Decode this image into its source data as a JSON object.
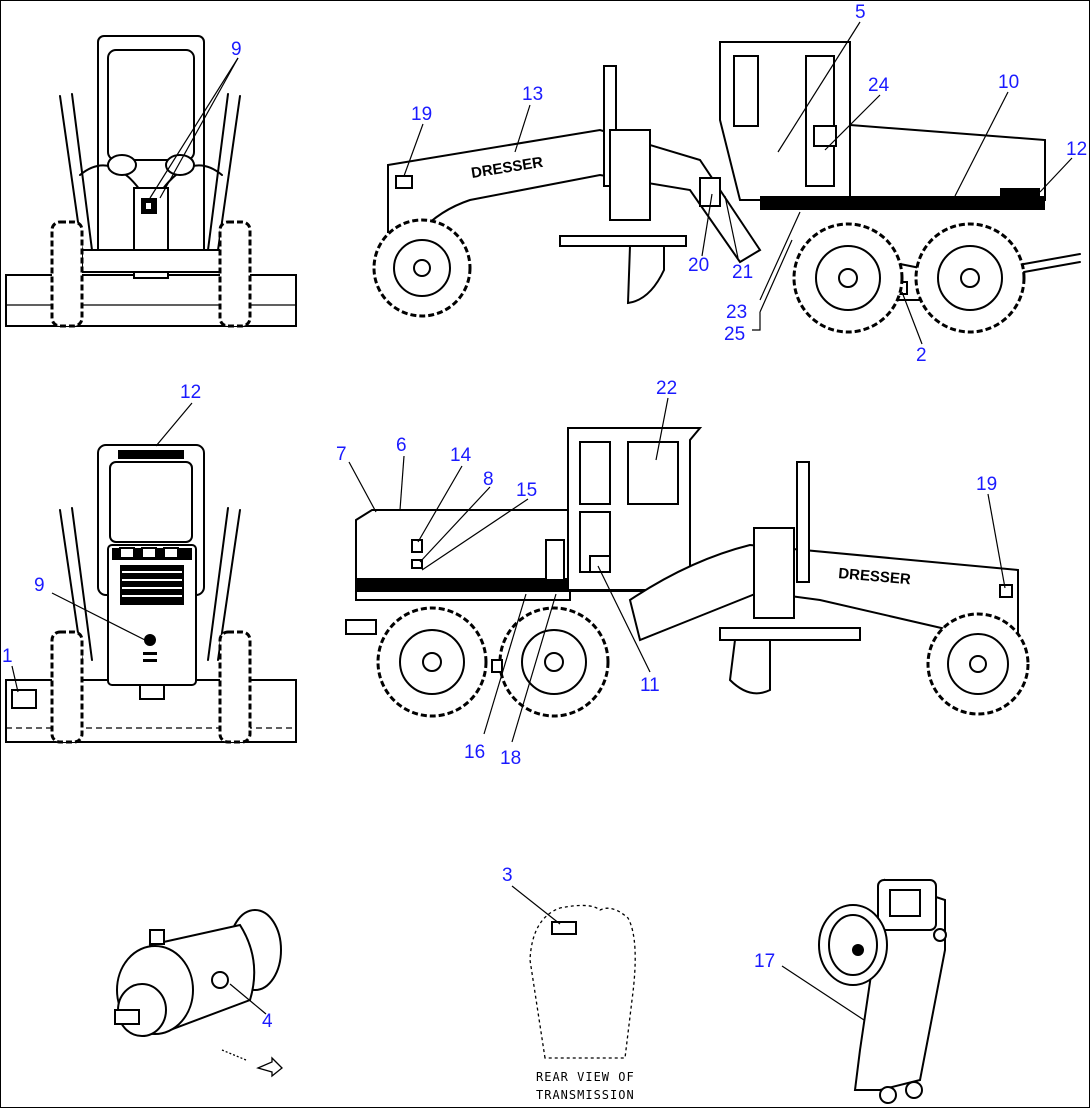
{
  "brand": "DRESSER",
  "caption": {
    "line1": "REAR VIEW OF",
    "line2": "TRANSMISSION"
  },
  "callouts": {
    "c1": "1",
    "c2": "2",
    "c3": "3",
    "c4": "4",
    "c5": "5",
    "c6": "6",
    "c7": "7",
    "c8": "8",
    "c9a": "9",
    "c9b": "9",
    "c10": "10",
    "c11": "11",
    "c12a": "12",
    "c12b": "12",
    "c13": "13",
    "c14": "14",
    "c15": "15",
    "c16": "16",
    "c17": "17",
    "c18": "18",
    "c19a": "19",
    "c19b": "19",
    "c20": "20",
    "c21": "21",
    "c22": "22",
    "c23": "23",
    "c24": "24",
    "c25": "25"
  },
  "colors": {
    "callout": "#1a1aff",
    "line": "#000000"
  }
}
